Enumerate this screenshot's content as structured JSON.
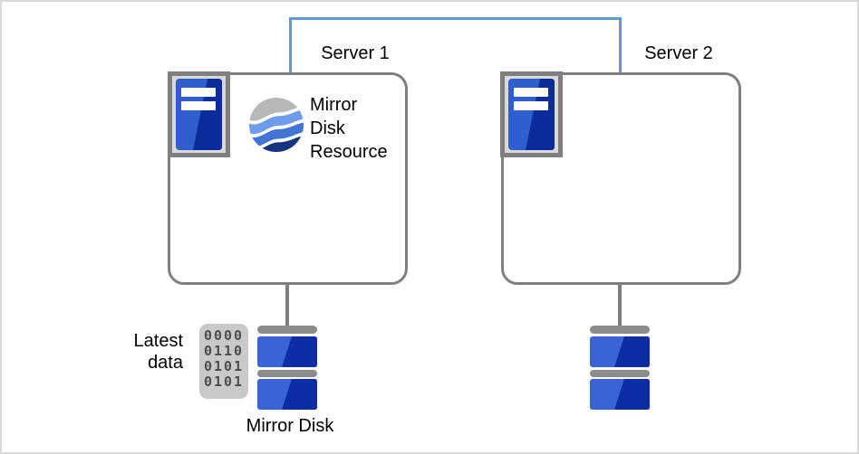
{
  "colors": {
    "link_blue": "#5B9BD5",
    "outline_gray": "#7F7F7F",
    "icon_frame_gray": "#D9D9D9",
    "server_blue_light": "#2F5ECF",
    "server_blue_dark": "#0D2C9B",
    "disk_blue_light": "#3A64D6",
    "disk_blue_dark": "#0D2DA4",
    "bar_gray": "#8C8C8C",
    "chip_bg": "#C9C9C9",
    "chip_text": "#4D4D4D",
    "wave_gray": "#B8B8B8",
    "wave_blue_light": "#6E9BEA",
    "wave_blue_mid": "#4273D6",
    "wave_navy": "#14357E"
  },
  "servers": [
    {
      "label": "Server 1"
    },
    {
      "label": "Server 2"
    }
  ],
  "mirror_disk_resource": {
    "label": "Mirror\nDisk\nResource"
  },
  "latest_data": {
    "label": "Latest\ndata"
  },
  "mirror_disk": {
    "label": "Mirror Disk"
  },
  "binary_chip": {
    "rows": [
      "0000",
      "0110",
      "0101",
      "0101"
    ]
  }
}
